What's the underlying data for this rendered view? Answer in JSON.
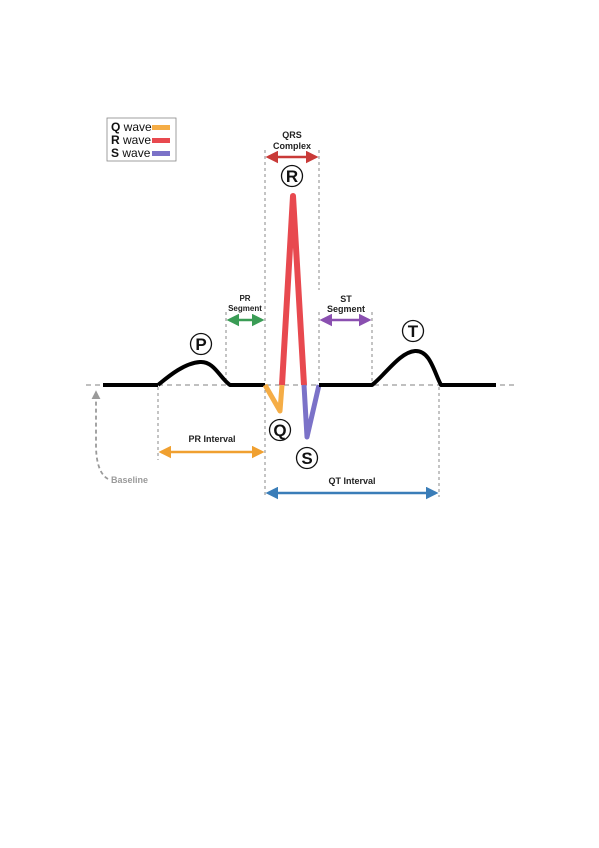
{
  "legend": {
    "items": [
      {
        "letter": "Q",
        "text": " wave",
        "color": "#f5ad46"
      },
      {
        "letter": "R",
        "text": " wave",
        "color": "#e8494f"
      },
      {
        "letter": "S",
        "text": " wave",
        "color": "#7b72c8"
      }
    ]
  },
  "waves": {
    "p": "P",
    "q": "Q",
    "r": "R",
    "s": "S",
    "t": "T"
  },
  "labels": {
    "qrs_line1": "QRS",
    "qrs_line2": "Complex",
    "pr_segment_line1": "PR",
    "pr_segment_line2": "Segment",
    "st_segment_line1": "ST",
    "st_segment_line2": "Segment",
    "pr_interval": "PR Interval",
    "qt_interval": "QT Interval",
    "baseline": "Baseline"
  },
  "colors": {
    "trace": "#000000",
    "q_wave": "#f5ad46",
    "r_wave": "#e8494f",
    "s_wave": "#7b72c8",
    "qrs_complex": "#c93a38",
    "pr_segment": "#3a9c55",
    "st_segment": "#8a4fb0",
    "pr_interval": "#f0a030",
    "qt_interval": "#3a7db8",
    "baseline": "#9a9a9a"
  }
}
